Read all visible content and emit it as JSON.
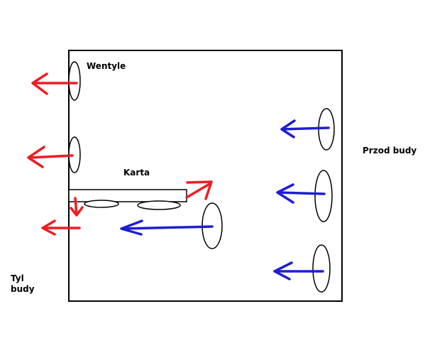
{
  "labels": {
    "fans": "Wentyle",
    "card": "Karta",
    "front": "Przod budy",
    "back_line1": "Tyl",
    "back_line2": "budy"
  },
  "colors": {
    "outline": "#000000",
    "hot_air": "#ee1c24",
    "cool_air": "#1e1ed2",
    "background": "#ffffff"
  }
}
